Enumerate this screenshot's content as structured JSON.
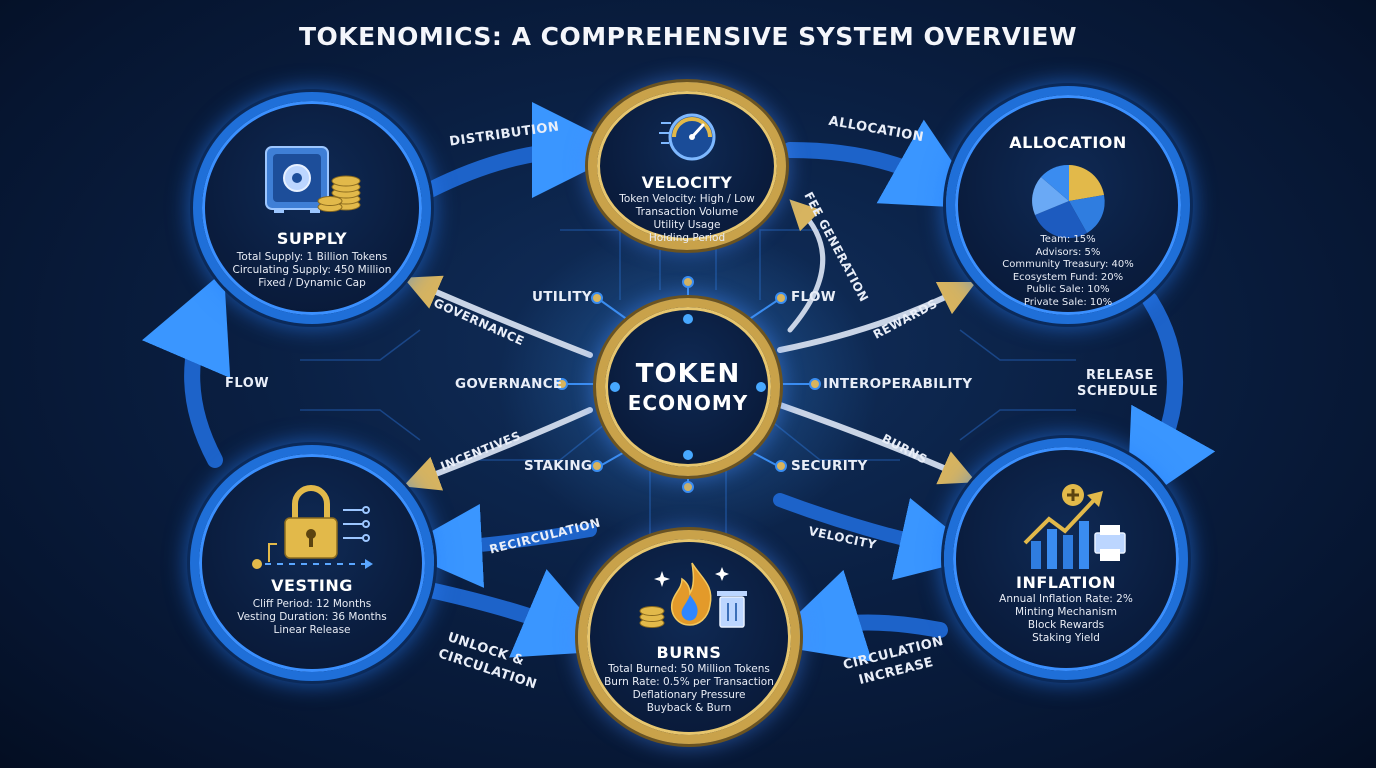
{
  "title": "TOKENOMICS: A COMPREHENSIVE SYSTEM OVERVIEW",
  "center": {
    "line1": "TOKEN",
    "line2": "ECONOMY"
  },
  "nodes": {
    "supply": {
      "title": "SUPPLY",
      "lines": [
        "Total Supply: 1 Billion Tokens",
        "Circulating Supply: 450 Million",
        "Fixed / Dynamic Cap"
      ]
    },
    "velocity": {
      "title": "VELOCITY",
      "lines": [
        "Token Velocity: High / Low",
        "Transaction Volume",
        "Utility Usage",
        "Holding Period"
      ]
    },
    "allocation": {
      "title": "ALLOCATION",
      "lines": [
        "Team: 15%",
        "Advisors: 5%",
        "Community Treasury: 40%",
        "Ecosystem Fund: 20%",
        "Public Sale: 10%",
        "Private Sale: 10%"
      ]
    },
    "vesting": {
      "title": "VESTING",
      "lines": [
        "Cliff Period: 12 Months",
        "Vesting Duration: 36 Months",
        "Linear Release"
      ]
    },
    "burns": {
      "title": "BURNS",
      "lines": [
        "Total Burned: 50 Million Tokens",
        "Burn Rate: 0.5% per Transaction",
        "Deflationary Pressure",
        "Buyback & Burn"
      ]
    },
    "inflation": {
      "title": "INFLATION",
      "lines": [
        "Annual Inflation Rate: 2%",
        "Minting Mechanism",
        "Block Rewards",
        "Staking Yield"
      ]
    }
  },
  "spokes": {
    "utility": "UTILITY",
    "flow": "FLOW",
    "governance": "GOVERNANCE",
    "interoperability": "INTEROPERABILITY",
    "staking": "STAKING",
    "security": "SECURITY"
  },
  "edges": {
    "distribution": "DISTRIBUTION",
    "allocation": "ALLOCATION",
    "fee_generation": "FEE GENERATION",
    "governance": "GOVERNANCE",
    "rewards": "REWARDS",
    "flow": "FLOW",
    "release_schedule_1": "RELEASE",
    "release_schedule_2": "SCHEDULE",
    "incentives": "INCENTIVES",
    "burns": "BURNS",
    "recirculation": "RECIRCULATION",
    "velocity": "VELOCITY",
    "unlock_1": "UNLOCK &",
    "unlock_2": "CIRCULATION",
    "circ_inc_1": "CIRCULATION",
    "circ_inc_2": "INCREASE"
  },
  "colors": {
    "accent_blue": "#1f6fd8",
    "accent_gold": "#c9a24a",
    "background": "#0a1f42"
  },
  "icons": {
    "supply": "safe-coins-icon",
    "velocity": "speedometer-icon",
    "allocation": "pie-chart-icon",
    "vesting": "padlock-icon",
    "burns": "flame-trash-icon",
    "inflation": "growth-chart-icon"
  }
}
